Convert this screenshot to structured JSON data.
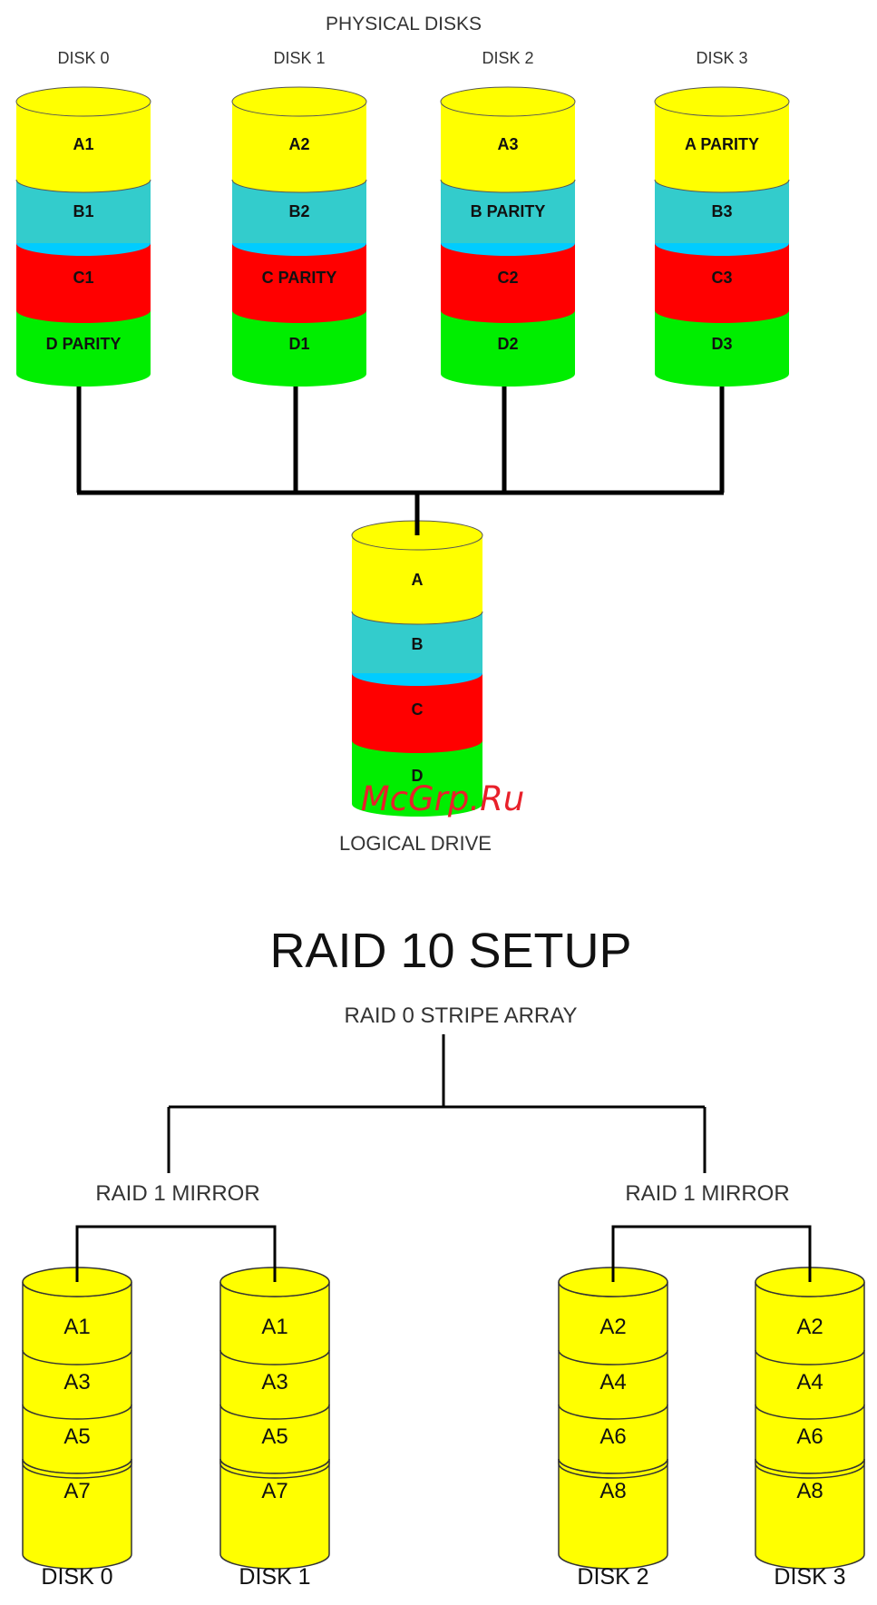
{
  "raid5": {
    "title": "PHYSICAL DISKS",
    "disks": [
      {
        "label": "DISK 0",
        "segments": [
          "A1",
          "B1",
          "C1",
          "D PARITY"
        ]
      },
      {
        "label": "DISK 1",
        "segments": [
          "A2",
          "B2",
          "C PARITY",
          "D1"
        ]
      },
      {
        "label": "DISK 2",
        "segments": [
          "A3",
          "B PARITY",
          "C2",
          "D2"
        ]
      },
      {
        "label": "DISK 3",
        "segments": [
          "A PARITY",
          "B3",
          "C3",
          "D3"
        ]
      }
    ],
    "logical": {
      "label": "LOGICAL DRIVE",
      "segments": [
        "A",
        "B",
        "C",
        "D"
      ]
    },
    "colors": {
      "A": "#ffff00",
      "B": "#33cccc",
      "B_band": "#00ccff",
      "C": "#ff0000",
      "D": "#00ee00"
    }
  },
  "watermark": "McGrp.Ru",
  "raid10": {
    "title": "RAID 10 SETUP",
    "stripe_label": "RAID 0 STRIPE ARRAY",
    "mirrors": [
      {
        "label": "RAID 1 MIRROR",
        "disks": [
          {
            "label": "DISK 0",
            "blocks": [
              "A1",
              "A3",
              "A5",
              "A7"
            ]
          },
          {
            "label": "DISK 1",
            "blocks": [
              "A1",
              "A3",
              "A5",
              "A7"
            ]
          }
        ]
      },
      {
        "label": "RAID 1 MIRROR",
        "disks": [
          {
            "label": "DISK 2",
            "blocks": [
              "A2",
              "A4",
              "A6",
              "A8"
            ]
          },
          {
            "label": "DISK 3",
            "blocks": [
              "A2",
              "A4",
              "A6",
              "A8"
            ]
          }
        ]
      }
    ],
    "color": "#ffff00"
  }
}
